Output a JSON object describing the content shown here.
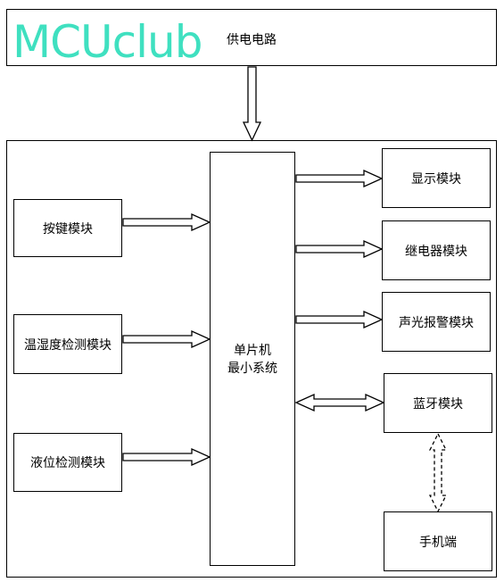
{
  "watermark": "MCUclub",
  "power_supply": {
    "label": "供电电路"
  },
  "mcu": {
    "line1": "单片机",
    "line2": "最小系统"
  },
  "inputs": {
    "keypad": "按键模块",
    "temp_humidity": "温湿度检测模块",
    "liquid_level": "液位检测模块"
  },
  "outputs": {
    "display": "显示模块",
    "relay": "继电器模块",
    "alarm": "声光报警模块",
    "bluetooth": "蓝牙模块",
    "phone": "手机端"
  },
  "colors": {
    "watermark": "#3fe0c0",
    "line": "#000000"
  }
}
